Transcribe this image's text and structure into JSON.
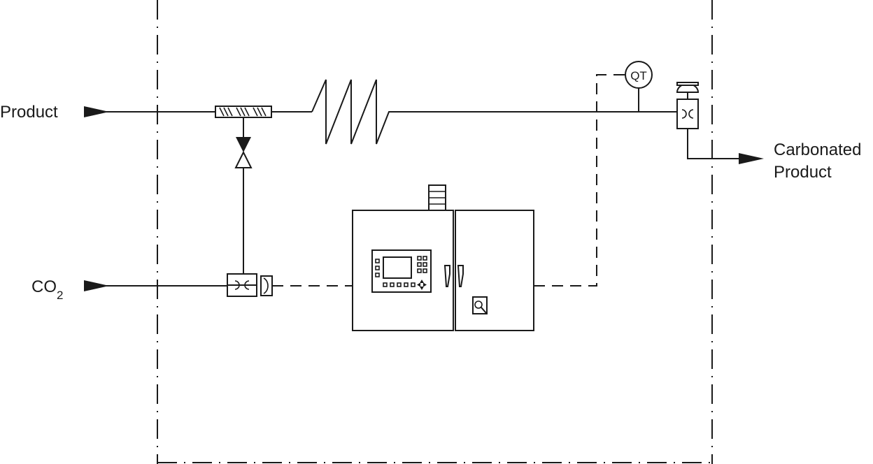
{
  "labels": {
    "product_in": "Product",
    "co2_main": "CO",
    "co2_sub": "2",
    "output_line1": "Carbonated",
    "output_line2": "Product",
    "quality_transmitter": "QT"
  },
  "colors": {
    "line": "#1a1a1a",
    "background": "#ffffff"
  },
  "icons": {
    "static_mixer": "static-mixer-icon",
    "check_valve": "check-valve-icon",
    "holding_coil": "holding-coil-icon",
    "flow_meter": "flow-meter-icon",
    "control_valve": "control-valve-icon",
    "control_cabinet": "control-cabinet-icon",
    "hmi_panel": "hmi-panel-icon",
    "door_handle": "door-handle-icon",
    "magnifier": "magnifier-icon",
    "arrow": "arrow-head-icon"
  }
}
